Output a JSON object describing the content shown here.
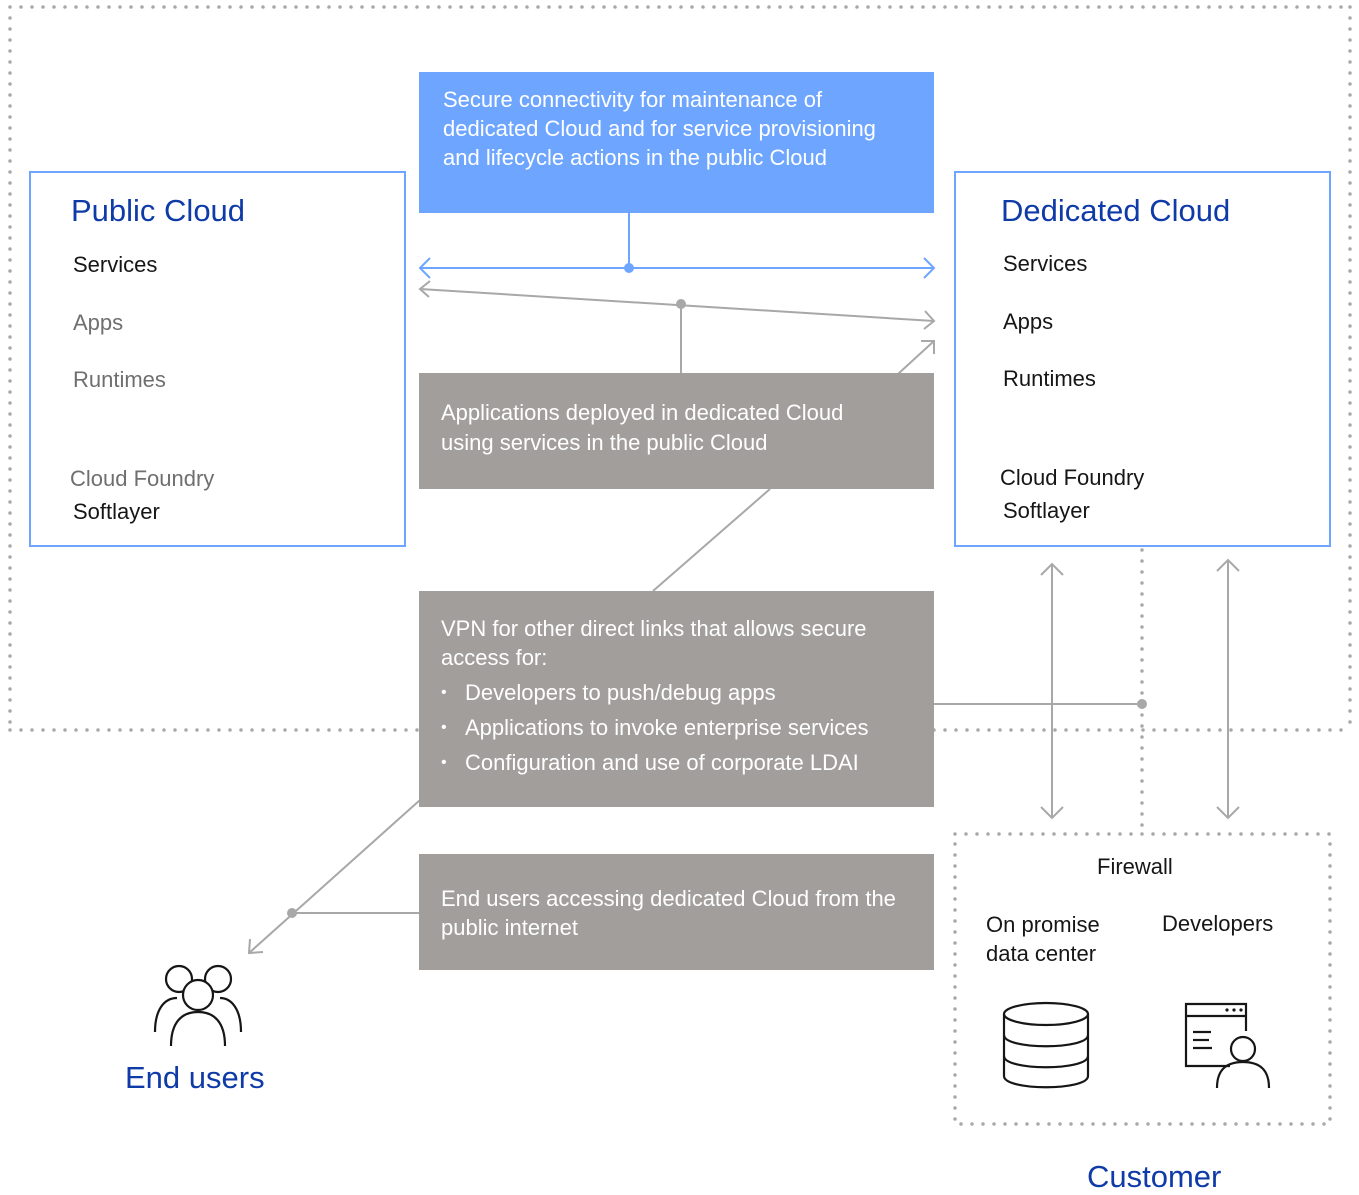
{
  "public_cloud": {
    "title": "Public Cloud",
    "items": [
      "Services",
      "Apps",
      "Runtimes"
    ],
    "platform": [
      "Cloud Foundry",
      "Softlayer"
    ]
  },
  "dedicated_cloud": {
    "title": "Dedicated Cloud",
    "items": [
      "Services",
      "Apps",
      "Runtimes"
    ],
    "platform": [
      "Cloud Foundry",
      "Softlayer"
    ]
  },
  "callouts": {
    "secure_connectivity": "Secure connectivity for maintenance of dedicated Cloud and for service provisioning and lifecycle actions in the public Cloud",
    "applications_deployed": "Applications deployed in dedicated Cloud using services in the public Cloud",
    "vpn": {
      "intro": "VPN for other direct links that allows secure access for:",
      "bullets": [
        "Developers to push/debug apps",
        "Applications to invoke enterprise services",
        "Configuration and use of corporate LDAI"
      ]
    },
    "end_users_access": "End users accessing dedicated Cloud from the public internet"
  },
  "customer": {
    "title": "Customer",
    "firewall": "Firewall",
    "data_center": "On promise data center",
    "developers": "Developers"
  },
  "end_users": {
    "title": "End users"
  },
  "icons": {
    "end_users": "users-group-icon",
    "data_center": "database-icon",
    "developers": "developer-terminal-icon"
  },
  "colors": {
    "accent_blue": "#6ea6ff",
    "title_blue": "#0f3ba8",
    "callout_gray": "#a19e9c",
    "connector_gray": "#a8a8a8",
    "boundary_dots": "#a8a8a8"
  }
}
